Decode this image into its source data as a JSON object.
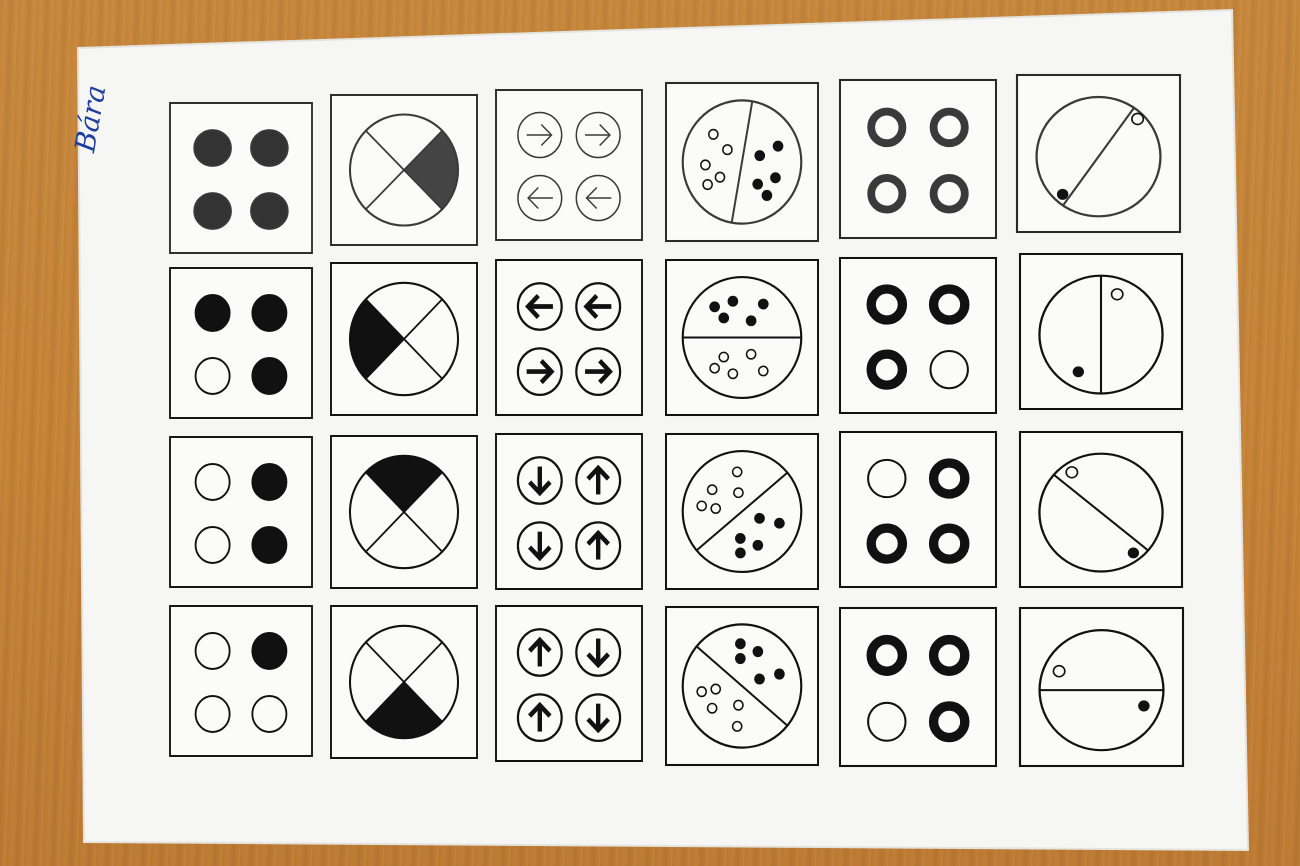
{
  "worksheet": {
    "name": "Bára",
    "columns": [
      "dots",
      "quadrant-pie",
      "arrows",
      "dot-split-circle",
      "rings",
      "line-circle"
    ],
    "rows": [
      {
        "kind": "hand-drawn"
      },
      {
        "kind": "printed"
      },
      {
        "kind": "printed"
      },
      {
        "kind": "printed"
      }
    ]
  },
  "colors": {
    "ink": "#111111",
    "pencil": "#3a3a3a",
    "paper": "#f5f5f3",
    "wood": "#c9863a",
    "signature": "#1d3fa0"
  }
}
